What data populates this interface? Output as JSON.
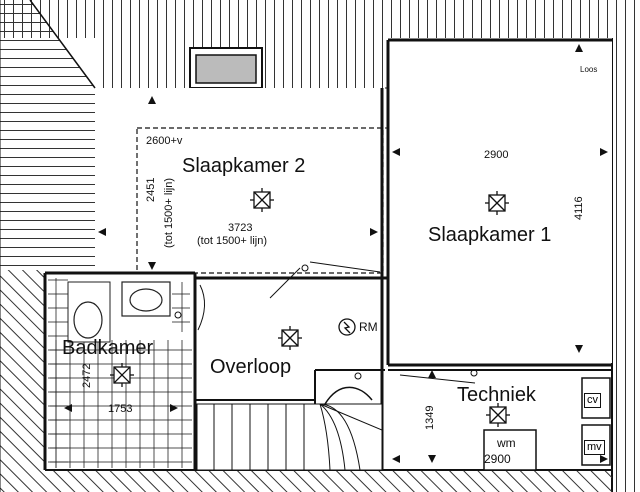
{
  "rooms": {
    "slaapkamer2": "Slaapkamer 2",
    "slaapkamer1": "Slaapkamer 1",
    "badkamer": "Badkamer",
    "overloop": "Overloop",
    "techniek": "Techniek"
  },
  "dimensions": {
    "sk2_height_note": "2600+v",
    "sk2_depth": "2451",
    "sk2_depth_note": "(tot 1500+ lijn)",
    "sk2_width": "3723",
    "sk2_width_note": "(tot 1500+ lijn)",
    "sk1_width": "2900",
    "sk1_depth": "4116",
    "bad_depth": "2472",
    "bad_width": "1753",
    "tech_depth": "1349",
    "tech_width": "2900"
  },
  "symbols": {
    "loos": "Loos",
    "rm": "RM",
    "wm": "wm",
    "cv": "cv",
    "mv": "mv"
  }
}
